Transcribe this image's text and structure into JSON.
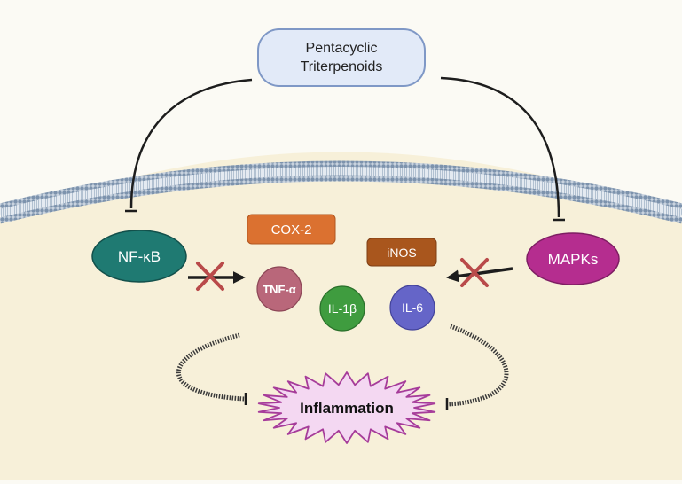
{
  "compound": {
    "line1": "Pentacyclic",
    "line2": "Triterpenoids"
  },
  "pathways": {
    "nfkb": "NF-κB",
    "mapks": "MAPKs"
  },
  "mediators": {
    "cox2": "COX-2",
    "inos": "iNOS",
    "tnfa": "TNF-α",
    "il1b": "IL-1β",
    "il6": "IL-6"
  },
  "outcome": {
    "label": "Inflammation"
  },
  "colors": {
    "background": "#fbfaf4",
    "cytoplasm": "#f7f0d9",
    "compound_fill": "#e2eaf8",
    "compound_stroke": "#7f98c6",
    "nfkb": "#1f7a72",
    "mapks": "#b52d8f",
    "cox2": "#db7130",
    "inos": "#a9561d",
    "tnfa": "#b9677a",
    "il1b": "#3f9c3f",
    "il6": "#6565c8",
    "inflammation_fill": "#f4d8f2",
    "inflammation_stroke": "#a63c9a",
    "block_x": "#b94a4a"
  }
}
